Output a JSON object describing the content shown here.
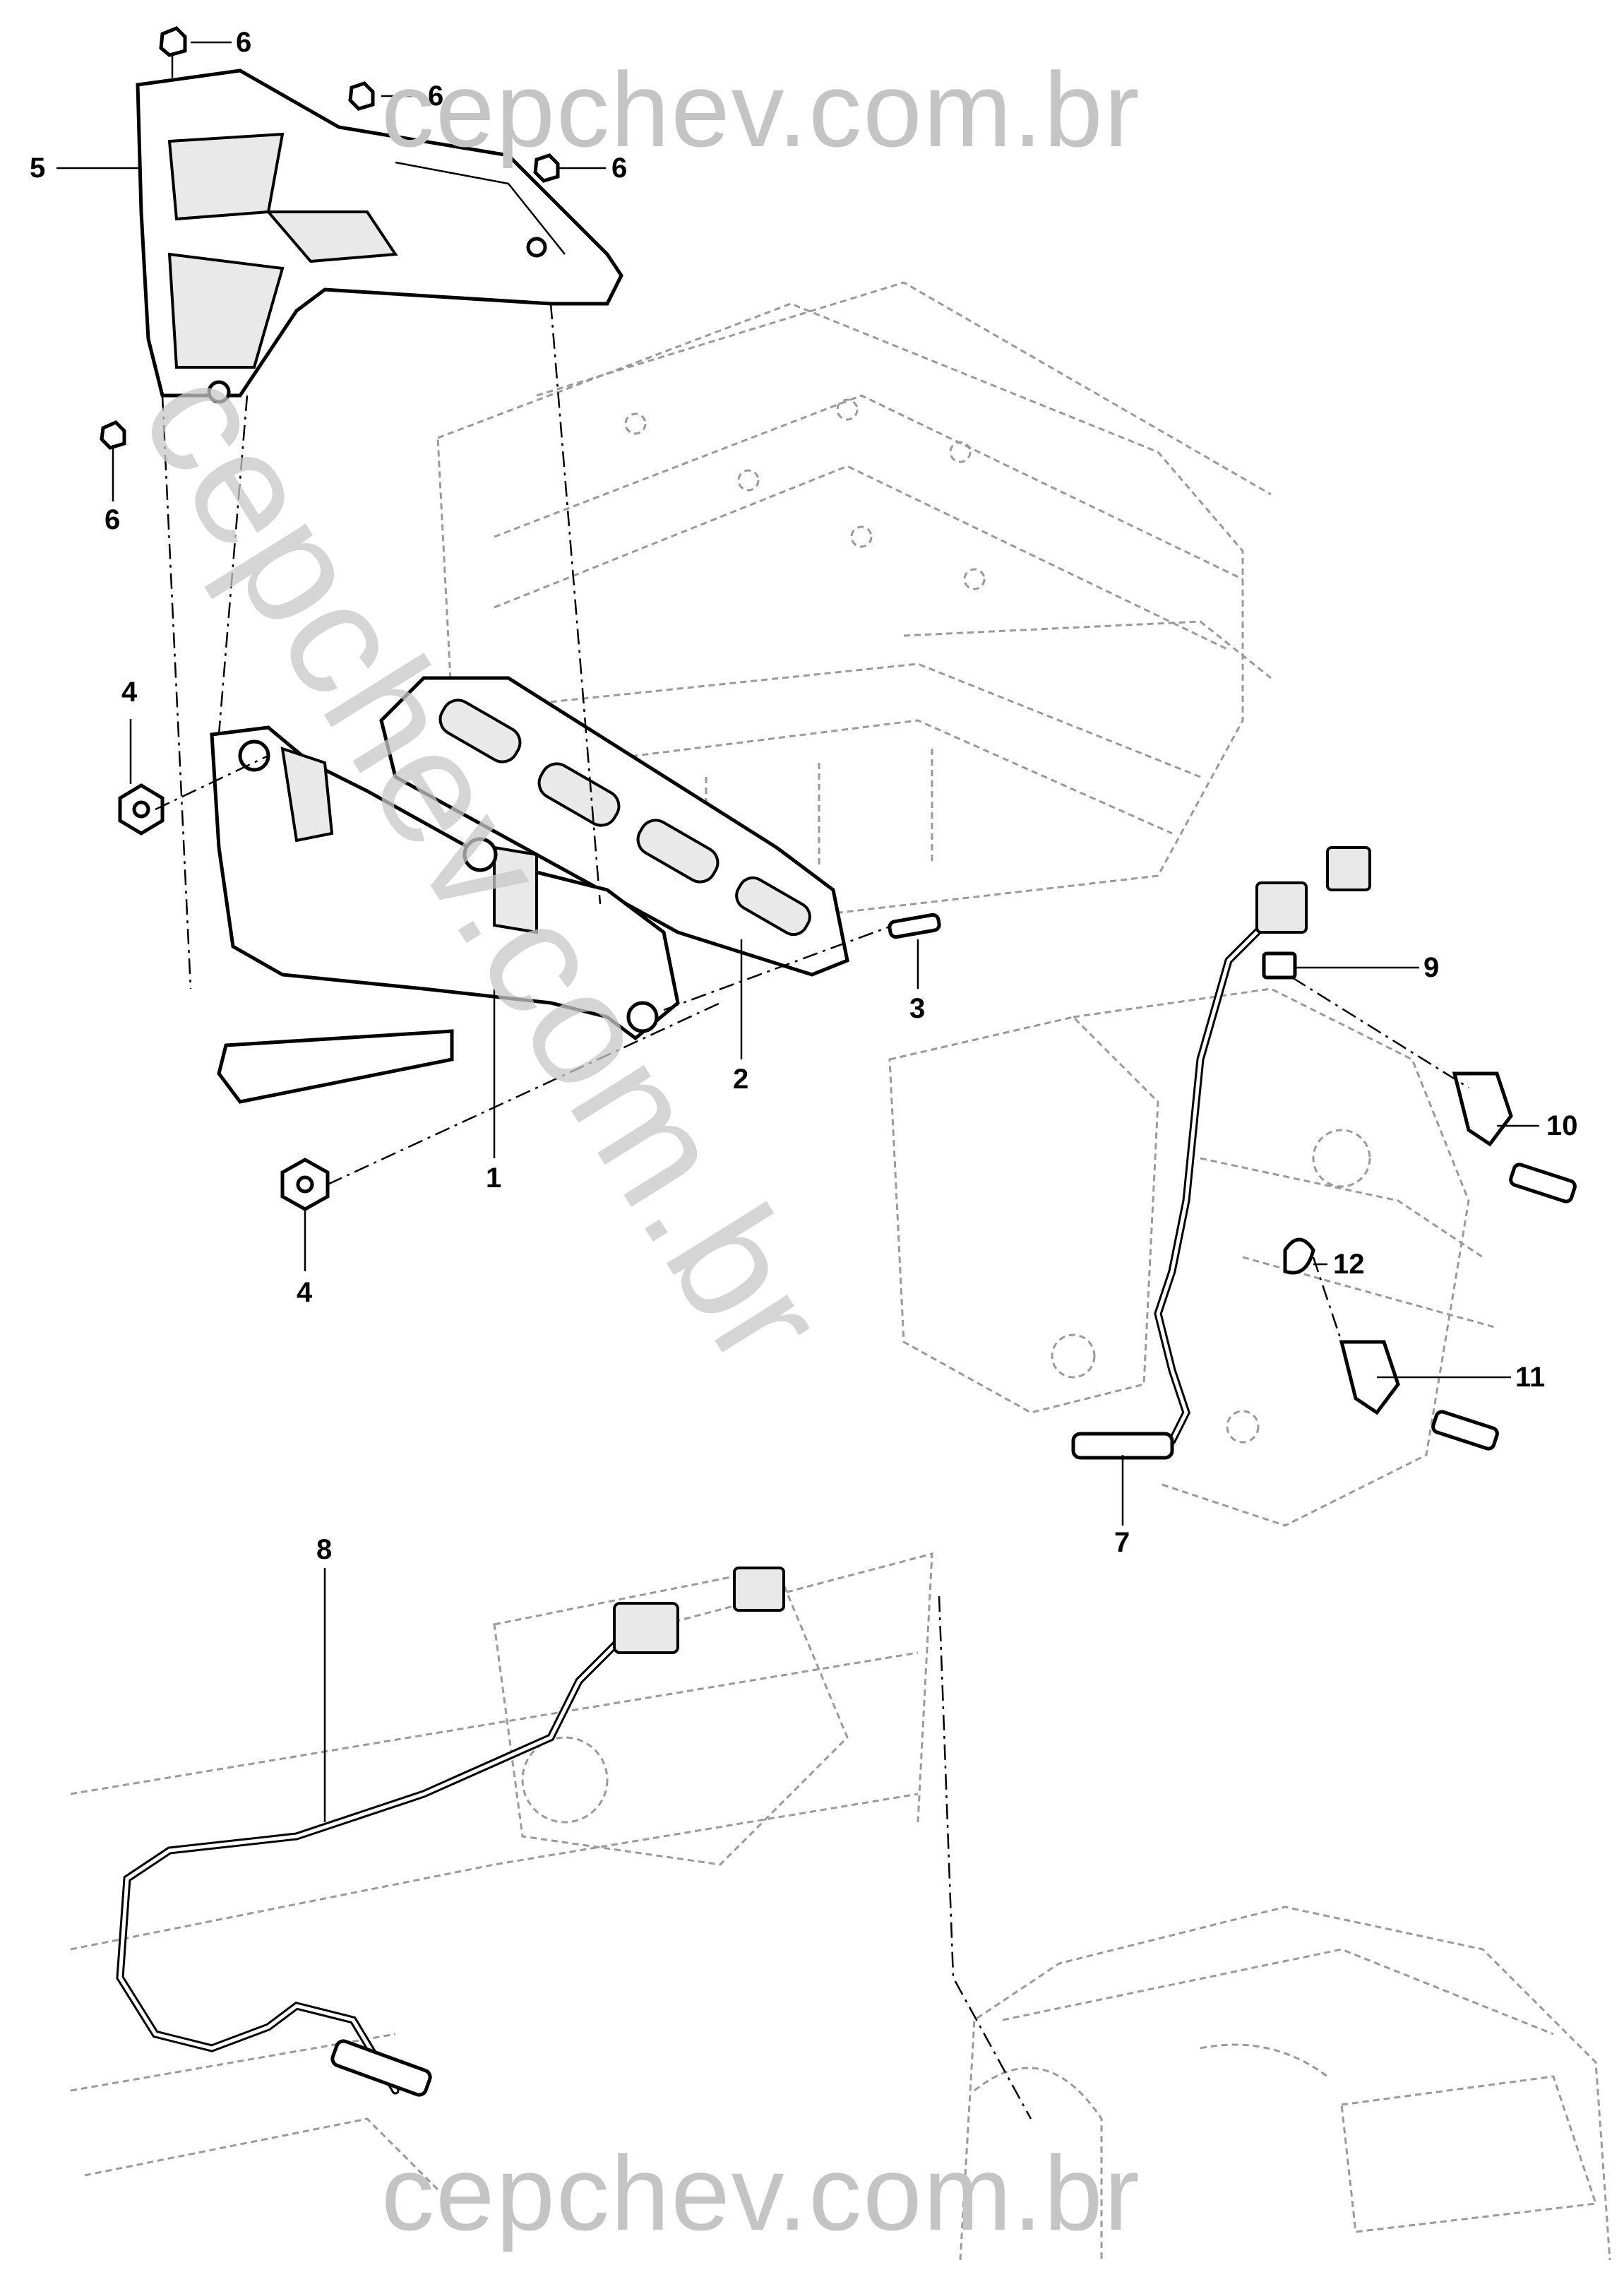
{
  "watermark": {
    "top": "cepchev.com.br",
    "bottom": "cepchev.com.br",
    "diagonal": "cepchev.com.br"
  },
  "callouts": {
    "c1": "1",
    "c2": "2",
    "c3": "3",
    "c4_upper": "4",
    "c4_lower": "4",
    "c5": "5",
    "c6_top": "6",
    "c6_mid": "6",
    "c6_right": "6",
    "c6_left": "6",
    "c7": "7",
    "c8": "8",
    "c9": "9",
    "c10": "10",
    "c11": "11",
    "c12": "12"
  }
}
